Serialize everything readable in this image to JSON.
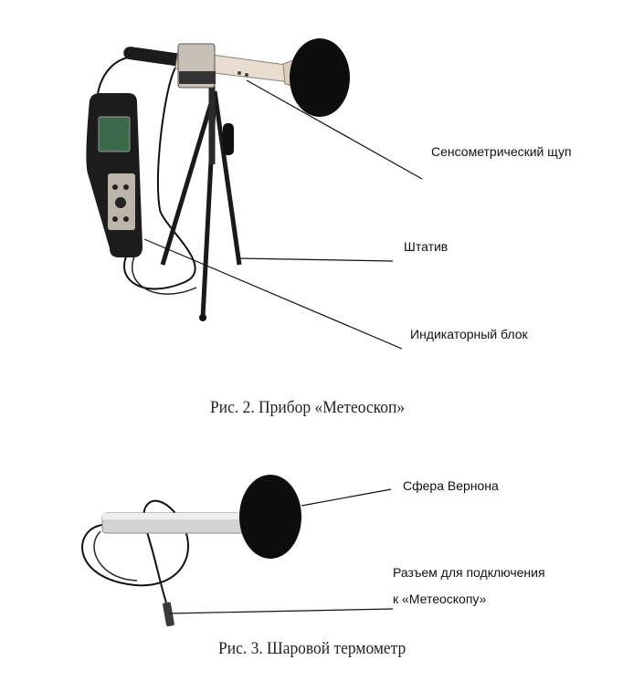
{
  "figure2": {
    "labels": {
      "probe": "Сенсометрический щуп",
      "tripod": "Штатив",
      "indicator": "Индикаторный блок"
    },
    "caption": "Рис. 2. Прибор «Метеоскоп»"
  },
  "figure3": {
    "labels": {
      "sphere": "Сфера Вернона",
      "connector_line1": "Разъем для подключения",
      "connector_line2": "к «Метеоскопу»"
    },
    "caption": "Рис. 3. Шаровой термометр"
  }
}
